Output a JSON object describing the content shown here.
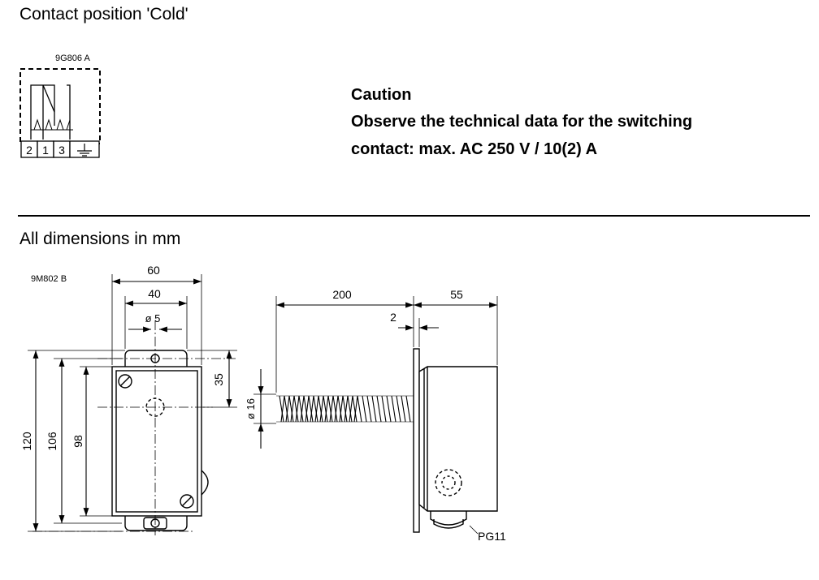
{
  "header": {
    "title": "Contact position 'Cold'"
  },
  "schematic": {
    "code": "9G806  A",
    "terminals": [
      "2",
      "1",
      "3"
    ],
    "ground_icon": "ground-symbol-icon"
  },
  "caution": {
    "heading": "Caution",
    "line1": "Observe the technical data for the switching",
    "line2": "contact: max. AC 250 V / 10(2) A"
  },
  "dimensions": {
    "title": "All dimensions in mm",
    "drawing_code": "9M802 B",
    "front": {
      "width_overall": "60",
      "width_holes": "40",
      "hole_dia": "ø 5",
      "height_overall": "120",
      "height_holes": "106",
      "height_housing": "98",
      "hole_offset": "35"
    },
    "side": {
      "probe_length": "200",
      "plate": "2",
      "housing_depth": "55",
      "probe_dia": "ø 16",
      "gland": "PG11"
    }
  }
}
